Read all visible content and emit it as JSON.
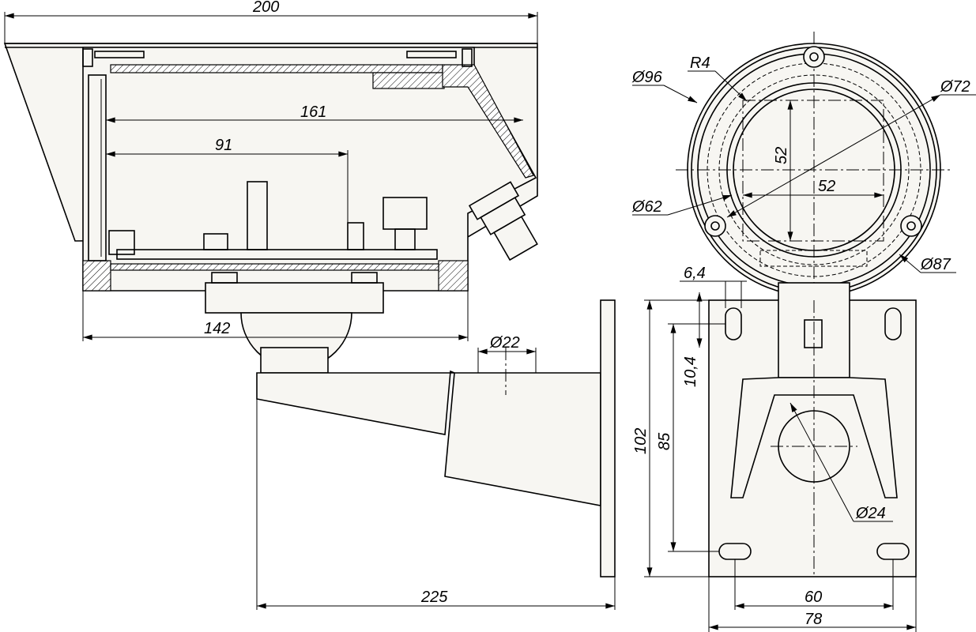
{
  "drawing": {
    "side_view": {
      "dim_width_total": "200",
      "dim_inner_length": "161",
      "dim_board": "91",
      "dim_housing": "142",
      "dim_pipe_diameter": "Ø22",
      "dim_bracket_length": "225"
    },
    "front_view": {
      "dim_radius": "R4",
      "dim_outer_diameter": "Ø96",
      "dim_window_diameter": "Ø72",
      "dim_square_height": "52",
      "dim_square_width": "52",
      "dim_inner_diameter": "Ø62",
      "dim_bolt_circle": "Ø87"
    },
    "mount_plate": {
      "dim_slot_width": "6,4",
      "dim_slot_length": "10,4",
      "dim_plate_height": "102",
      "dim_hole_spacing_vertical": "85",
      "dim_ball_diameter": "Ø24",
      "dim_hole_spacing_horizontal": "60",
      "dim_plate_width": "78"
    }
  }
}
